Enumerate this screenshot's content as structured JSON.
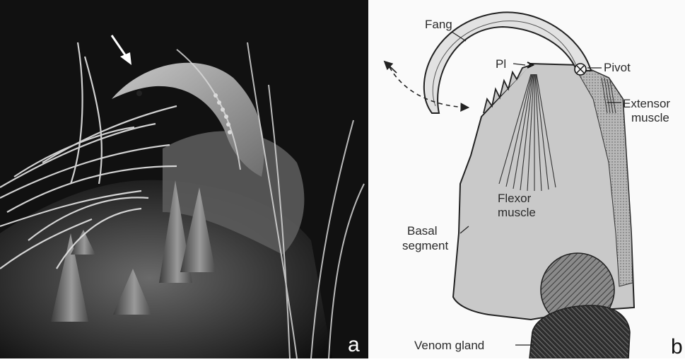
{
  "panel_a": {
    "letter": "a"
  },
  "panel_b": {
    "letter": "b",
    "labels": {
      "fang": "Fang",
      "pl": "Pl",
      "pivot": "Pivot",
      "extensor_line1": "Extensor",
      "extensor_line2": "muscle",
      "flexor_line1": "Flexor",
      "flexor_line2": "muscle",
      "basal_line1": "Basal",
      "basal_line2": "segment",
      "venom_gland": "Venom gland"
    }
  }
}
